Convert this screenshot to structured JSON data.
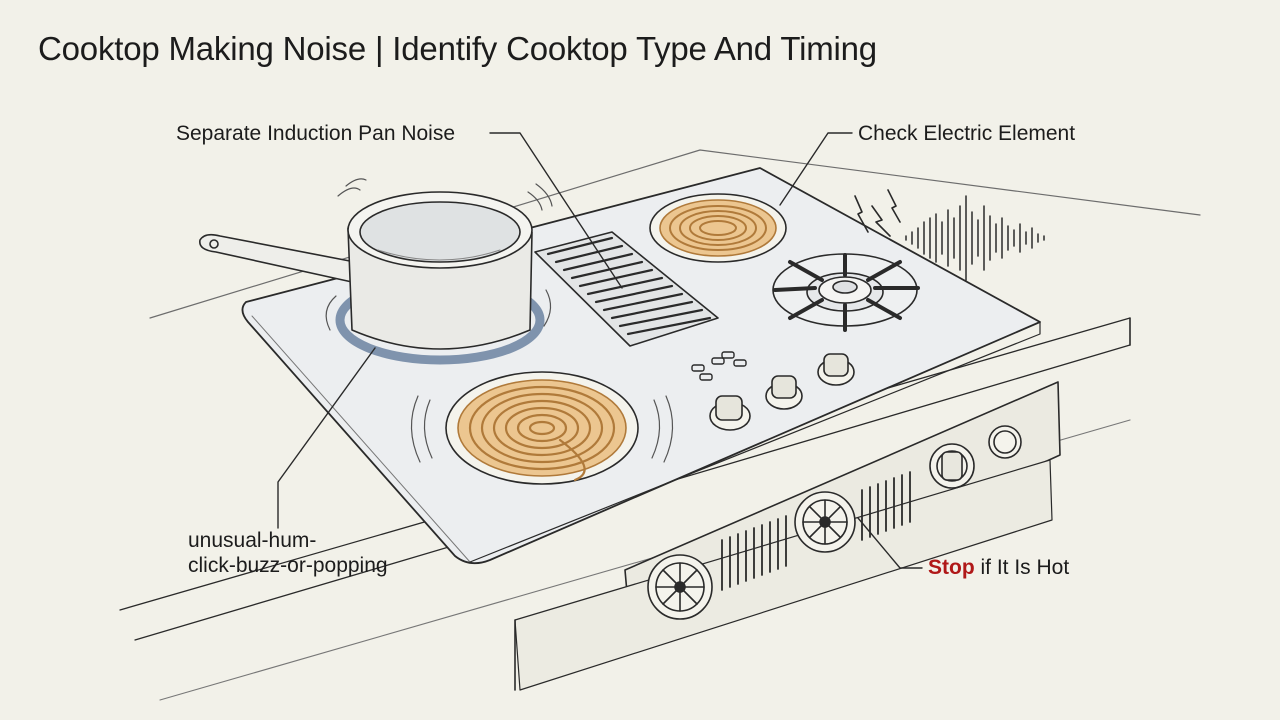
{
  "title": "Cooktop Making Noise | Identify Cooktop Type And Timing",
  "labels": {
    "induction": "Separate Induction Pan Noise",
    "electric": "Check Electric Element",
    "noise_line1": "unusual-hum-",
    "noise_line2": "click-buzz-or-popping",
    "stop_word": "Stop",
    "stop_rest": " if It Is Hot"
  },
  "colors": {
    "background": "#f2f1e9",
    "ink": "#2a2a2a",
    "coil": "#d99a52",
    "coil_fill": "#ecc690",
    "induction_ring": "#7f93ad",
    "stop": "#b01818"
  }
}
